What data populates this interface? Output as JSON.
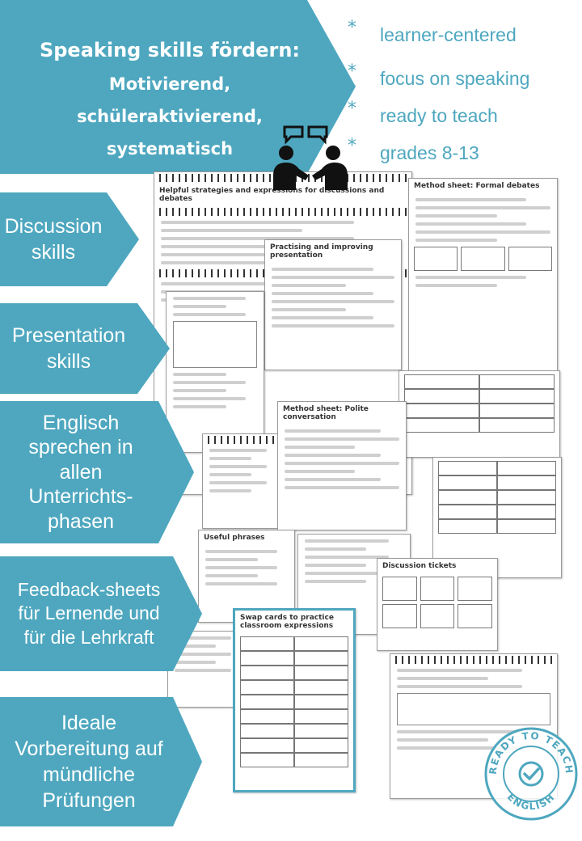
{
  "banner": {
    "title": "Speaking skills fördern:",
    "lines": [
      "Motivierend,",
      "schüleraktivierend,",
      "systematisch"
    ]
  },
  "features": [
    {
      "bullet": "*",
      "text": "learner-centered"
    },
    {
      "bullet": "*",
      "text": "focus on speaking"
    },
    {
      "bullet": "*",
      "text": "ready to teach"
    },
    {
      "bullet": "*",
      "text": "grades 8-13"
    }
  ],
  "arrows": [
    {
      "lines": [
        "Discussion",
        "skills"
      ]
    },
    {
      "lines": [
        "Presentation",
        "skills"
      ]
    },
    {
      "lines": [
        "Englisch",
        "sprechen in",
        "allen",
        "Unterrichts-",
        "phasen"
      ]
    },
    {
      "lines": [
        "Feedback-sheets",
        "für Lernende und",
        "für die Lehrkraft"
      ]
    },
    {
      "lines": [
        "Ideale",
        "Vorbereitung auf",
        "mündliche",
        "Prüfungen"
      ]
    }
  ],
  "sheets": {
    "discussion": "Helpful strategies and expressions for discussions and debates",
    "presentation": "Practising and improving presentation",
    "formal_debate": "Method sheet: Formal debates",
    "conversation": "Method sheet: Polite conversation",
    "discussion_tickets": "Discussion tickets",
    "swap_cards": "Swap cards to practice classroom expressions",
    "useful_phrases": "Useful phrases"
  },
  "badge": {
    "top_text": "READY TO TEACH",
    "bottom_text": "ENGLISH"
  },
  "colors": {
    "accent": "#4ea7bf",
    "text_on_accent": "#ffffff"
  },
  "icons": {
    "people": "two-people-speech-bubbles-icon",
    "badge": "checkmark-seal-icon"
  }
}
